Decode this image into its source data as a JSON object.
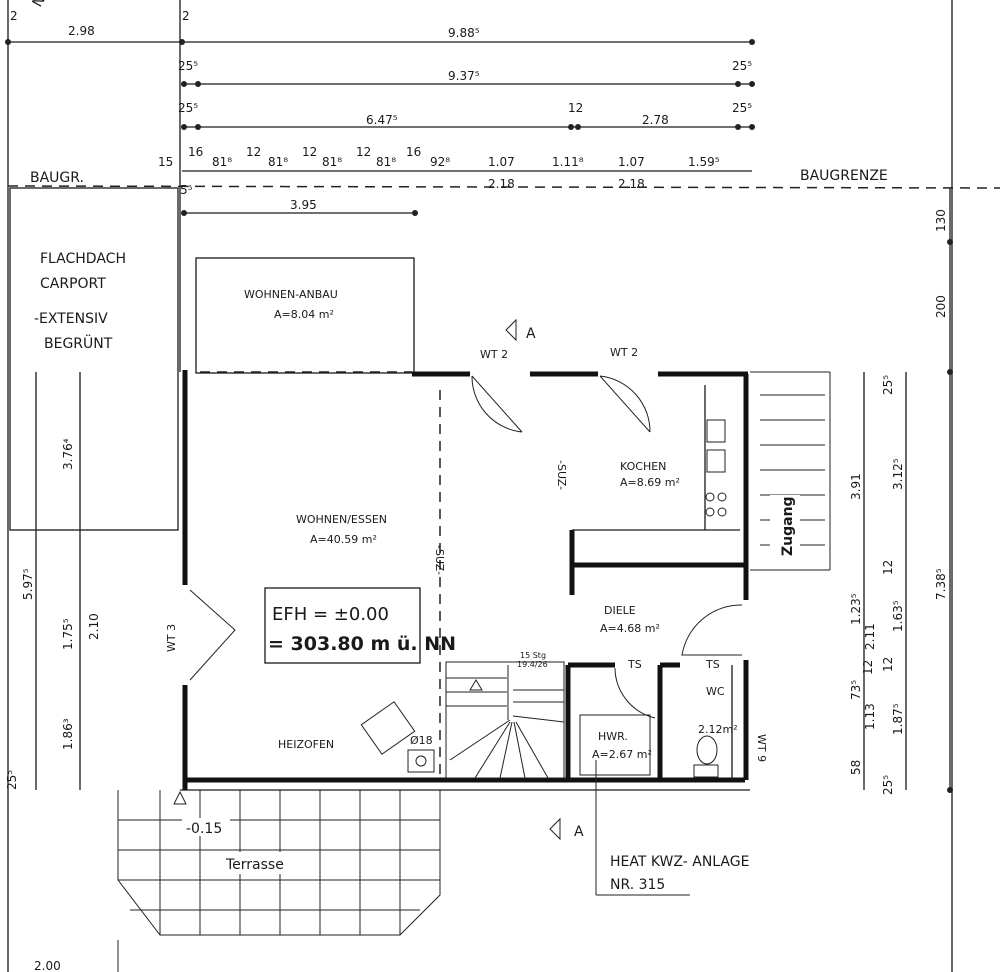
{
  "plan": {
    "north": "N",
    "top_dims": {
      "row1": [
        "2",
        "2.98",
        "2",
        "9.88⁵"
      ],
      "row2": [
        "25⁵",
        "9.37⁵",
        "25⁵"
      ],
      "row3": [
        "25⁵",
        "6.47⁵",
        "12",
        "2.78",
        "25⁵"
      ],
      "row4": [
        "15",
        "16",
        "81⁸",
        "12",
        "81⁸",
        "12",
        "81⁸",
        "12",
        "81⁸",
        "16",
        "92⁸",
        "1.07",
        "1.11⁸",
        "1.07",
        "1.59⁵"
      ],
      "row4b": [
        "2.18",
        "2.18"
      ],
      "row5": [
        "5⁵",
        "3.95"
      ]
    },
    "right_dims": {
      "outer": [
        "130",
        "200",
        "7.38⁵"
      ],
      "middle": [
        "25⁵",
        "3.12⁵",
        "12",
        "1.63⁵",
        "12",
        "1.87⁵",
        "25⁵"
      ],
      "inner": [
        "3.91",
        "1.23⁵",
        "2.11",
        "12",
        "73⁵",
        "1.13",
        "58"
      ]
    },
    "left_dims": [
      "3.76⁴",
      "5.97⁵",
      "1.75⁵",
      "2.10",
      "1.86³",
      "25⁵"
    ],
    "labels": {
      "baugrenze_left": "BAUGR.",
      "baugrenze_right": "BAUGRENZE",
      "carport": [
        "FLACHDACH",
        "CARPORT",
        "-EXTENSIV",
        "BEGRÜNT"
      ],
      "section_a": "A",
      "section_a_bottom": "A",
      "door_wt2_a": "WT 2",
      "door_wt2_b": "WT 2",
      "door_wt3": "WT 3",
      "door_wt9": "WT 9",
      "suz_a": "-SUZ-",
      "suz_b": "-SUZ-",
      "ts_a": "TS",
      "ts_b": "TS",
      "stairs": [
        "15 Stg",
        "19.4/26"
      ],
      "heizofen": "HEIZOFEN",
      "flue": "Ø18",
      "zugang": "Zugang",
      "terrace_level": "-0.15",
      "terrace": "Terrasse",
      "efh_1": "EFH = ±0.00",
      "efh_2": "= 303.80 m ü. NN",
      "heat_1": "HEAT KWZ- ANLAGE",
      "heat_2": "NR. 315",
      "bottom_dim": "2.00"
    },
    "rooms": [
      {
        "name": "WOHNEN-ANBAU",
        "area": "A=8.04 m²"
      },
      {
        "name": "WOHNEN/ESSEN",
        "area": "A=40.59 m²"
      },
      {
        "name": "KOCHEN",
        "area": "A=8.69 m²"
      },
      {
        "name": "DIELE",
        "area": "A=4.68 m²"
      },
      {
        "name": "HWR.",
        "area": "A=2.67 m²"
      },
      {
        "name": "WC",
        "area": "2.12m²"
      }
    ]
  }
}
